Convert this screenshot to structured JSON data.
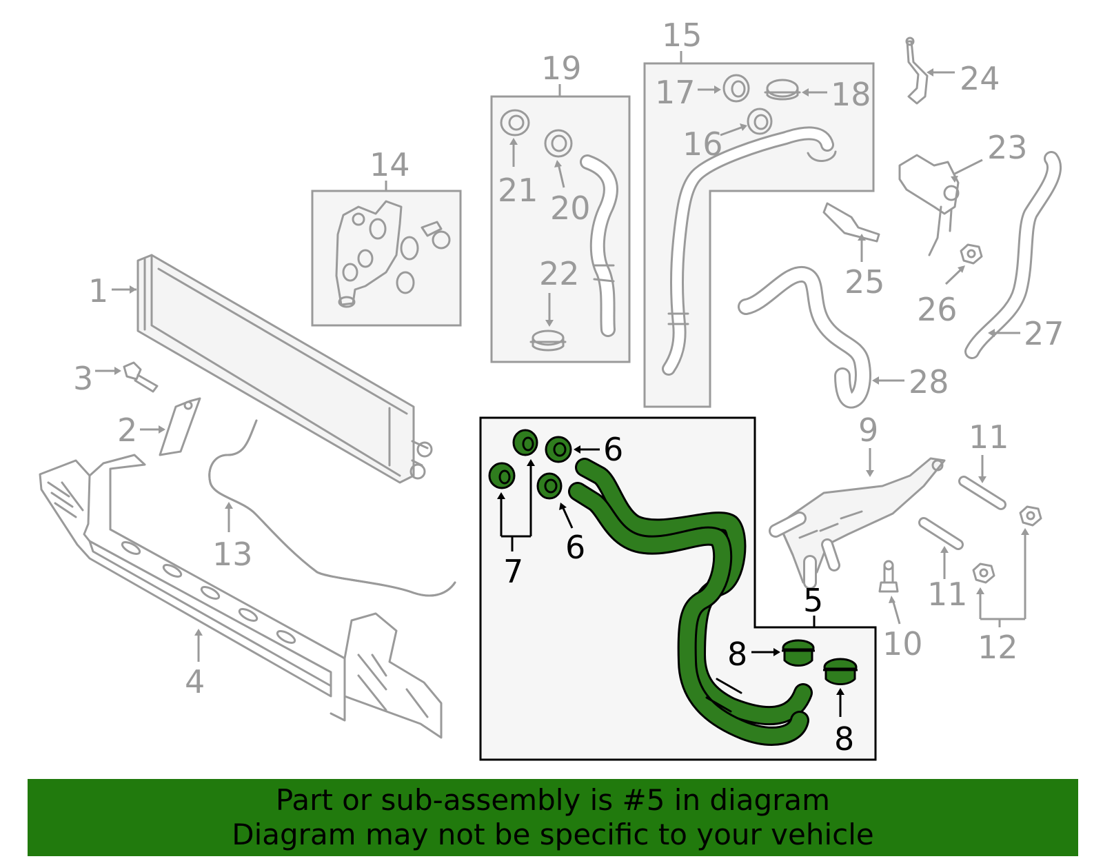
{
  "callouts": {
    "c1": "1",
    "c2": "2",
    "c3": "3",
    "c4": "4",
    "c5": "5",
    "c6a": "6",
    "c6b": "6",
    "c7": "7",
    "c8a": "8",
    "c8b": "8",
    "c9": "9",
    "c10": "10",
    "c11a": "11",
    "c11b": "11",
    "c12": "12",
    "c13": "13",
    "c14": "14",
    "c15": "15",
    "c16": "16",
    "c17": "17",
    "c18": "18",
    "c19": "19",
    "c20": "20",
    "c21": "21",
    "c22": "22",
    "c23": "23",
    "c24": "24",
    "c25": "25",
    "c26": "26",
    "c27": "27",
    "c28": "28"
  },
  "banner": {
    "line1": "Part or sub-assembly is #5 in diagram",
    "line2": "Diagram may not be specific to your vehicle"
  },
  "colors": {
    "highlight": "#2f7d1e",
    "banner": "#217a0d",
    "part_line": "#9a9a9a"
  }
}
